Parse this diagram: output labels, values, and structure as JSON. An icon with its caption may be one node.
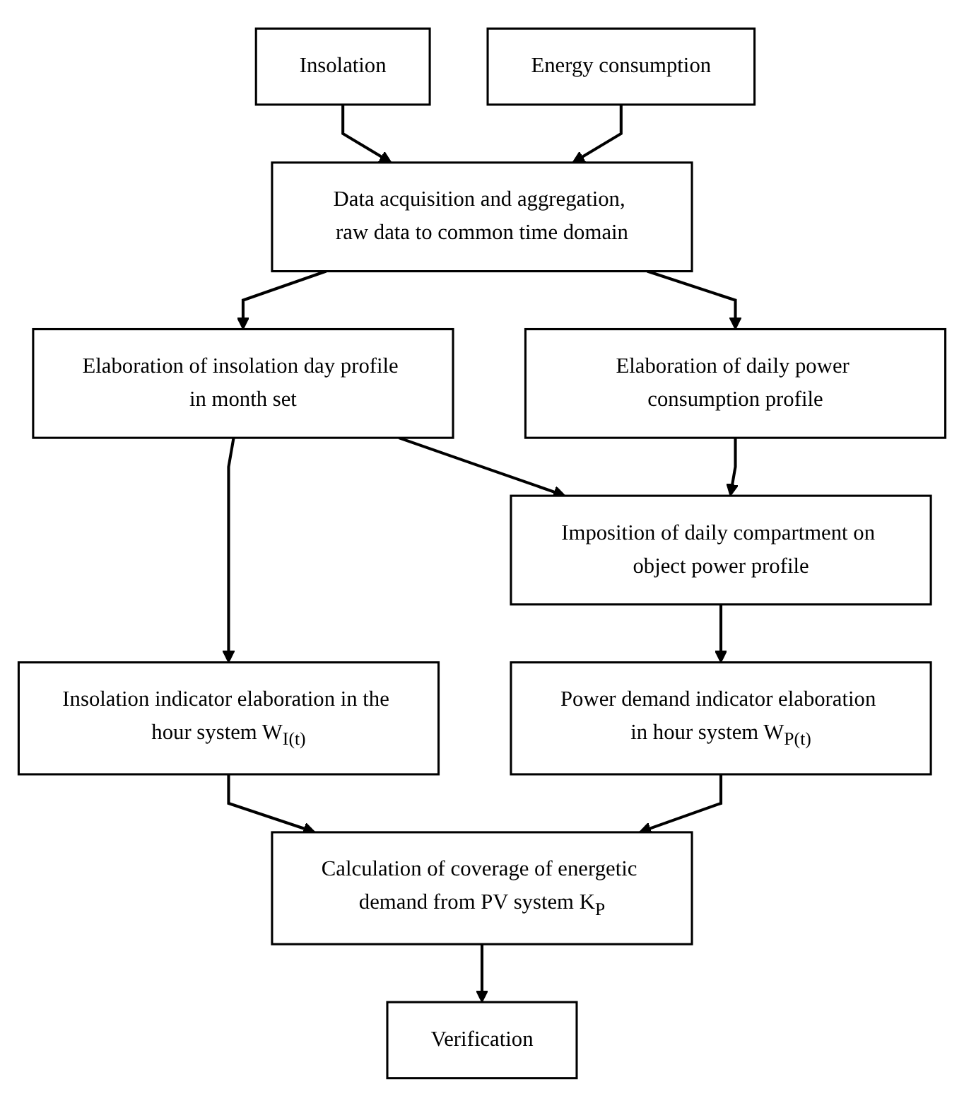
{
  "diagram": {
    "nodes": [
      {
        "text": [
          "Insolation"
        ]
      },
      {
        "text": [
          "Energy consumption"
        ]
      },
      {
        "text": [
          "Data acquisition and aggregation, raw data to common time domain"
        ]
      },
      {
        "text": [
          "Elaboration of insolation day profile in month set"
        ]
      },
      {
        "text": [
          "Elaboration of daily power consumption profile"
        ]
      },
      {
        "text": [
          "Imposition of daily compartment on object power profile"
        ]
      },
      {
        "text": [
          "Insolation indicator elaboration in the hour system W$_{I(t)}$"
        ]
      },
      {
        "text": [
          "Power demand indicator elaboration in hour system W$_{P(t)}$"
        ]
      },
      {
        "text": [
          "Calculation of coverage of energetic demand from PV system K$_{P}$"
        ]
      },
      {
        "text": [
          "Verification"
        ]
      }
    ],
    "edges": [
      {
        "from": 0,
        "to": 2,
        "arrow": "to"
      },
      {
        "from": 1,
        "to": 2,
        "arrow": "to"
      },
      {
        "from": 2,
        "to": 3,
        "arrow": "to"
      },
      {
        "from": 2,
        "to": 4,
        "arrow": "to"
      },
      {
        "from": 3,
        "to": 5,
        "arrow": "to"
      },
      {
        "from": 4,
        "to": 5,
        "arrow": "to"
      },
      {
        "from": 3,
        "to": 6,
        "arrow": "to"
      },
      {
        "from": 5,
        "to": 7,
        "arrow": "to"
      },
      {
        "from": 6,
        "to": 8,
        "arrow": "to"
      },
      {
        "from": 7,
        "to": 8,
        "arrow": "to"
      },
      {
        "from": 8,
        "to": 9,
        "arrow": "to"
      }
    ]
  }
}
